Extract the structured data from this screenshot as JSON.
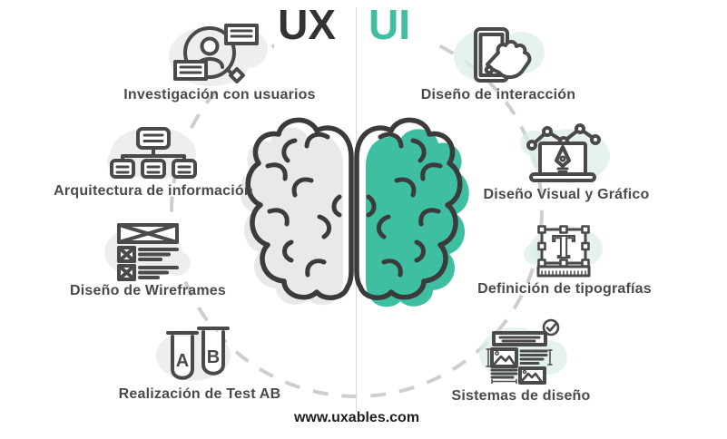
{
  "header": {
    "ux": "UX",
    "ui": "UI"
  },
  "ux_column": {
    "items": [
      {
        "label": "Investigación con usuarios",
        "icon": "user-research-magnifier-icon"
      },
      {
        "label": "Arquitectura de información",
        "icon": "sitemap-icon"
      },
      {
        "label": "Diseño de Wireframes",
        "icon": "wireframe-icon"
      },
      {
        "label": "Realización de Test AB",
        "icon": "ab-test-tubes-icon",
        "tube_a": "A",
        "tube_b": "B"
      }
    ]
  },
  "ui_column": {
    "items": [
      {
        "label": "Diseño de interacción",
        "icon": "touch-phone-icon"
      },
      {
        "label": "Diseño Visual y Gráfico",
        "icon": "laptop-pen-tool-icon"
      },
      {
        "label": "Definición de tipografías",
        "icon": "typography-frame-icon",
        "letter": "T"
      },
      {
        "label": "Sistemas de diseño",
        "icon": "design-system-layout-icon"
      }
    ]
  },
  "center": {
    "illustration": "split-brain",
    "left_half": "gray",
    "right_half": "teal"
  },
  "footer": {
    "website": "www.uxables.com"
  },
  "colors": {
    "accent_teal": "#3ebfa1",
    "heading_dark": "#333333",
    "label_text": "#4a4a4a",
    "icon_stroke": "#4a4a4a",
    "blob_gray": "#eeeeee",
    "blob_teal": "#dcede7",
    "dash_gray": "#cecece",
    "brain_gray": "#e9e9e9",
    "brain_outline": "#3b3b3b"
  }
}
